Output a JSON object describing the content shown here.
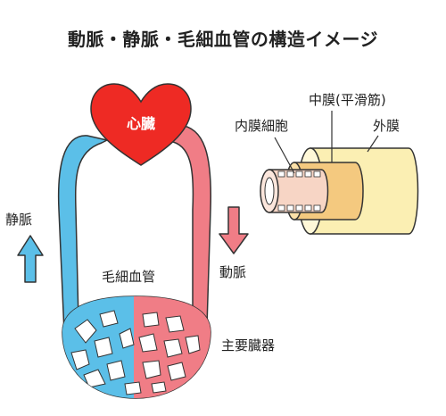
{
  "title": "動脈・静脈・毛細血管の構造イメージ",
  "labels": {
    "heart": "心臓",
    "vein": "静脈",
    "artery": "動脈",
    "capillary": "毛細血管",
    "organ": "主要臓器",
    "endothelial": "内膜細胞",
    "media": "中膜(平滑筋)",
    "adventitia": "外膜"
  },
  "colors": {
    "heart": "#ee2a24",
    "vein": "#5bbfe8",
    "artery": "#f07d86",
    "outer_layer": "#fbefb3",
    "middle_layer": "#f4c97f",
    "inner_cell": "#f7d5c5",
    "outline": "#333333"
  }
}
